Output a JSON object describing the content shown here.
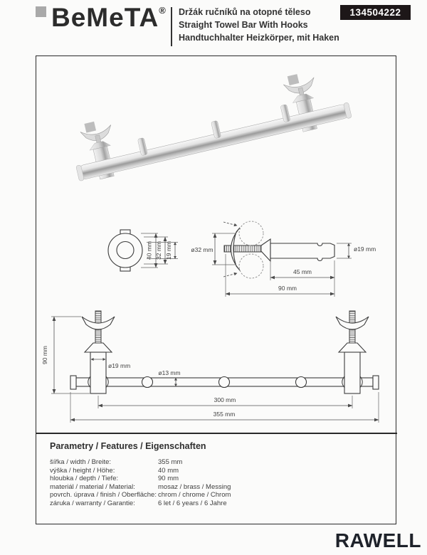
{
  "header": {
    "brand": "BeMeTA",
    "brand_mark": "®",
    "title_cs": "Držák ručníků na otopné těleso",
    "title_en": "Straight Towel Bar With Hooks",
    "title_de": "Handtuchhalter Heizkörper, mit Haken",
    "product_code": "134504222"
  },
  "colors": {
    "code_box_bg": "#1d1718",
    "logo_square_gray": "#a9a9a9",
    "drawing_line": "#3c3c3c",
    "dimension_line": "#555555"
  },
  "dims": {
    "circle_40": "40 mm",
    "circle_32": "32 mm",
    "circle_19": "19 mm",
    "side_d32": "ø32 mm",
    "side_45": "45 mm",
    "side_90": "90 mm",
    "side_d19": "ø19 mm",
    "front_90": "90 mm",
    "front_d19": "ø19 mm",
    "front_d13": "ø13 mm",
    "front_300": "300 mm",
    "front_355": "355 mm"
  },
  "params": {
    "heading": "Parametry / Features / Eigenschaften",
    "rows": [
      {
        "label": "šířka / width / Breite:",
        "value": "355 mm"
      },
      {
        "label": "výška / height / Höhe:",
        "value": "40 mm"
      },
      {
        "label": "hloubka / depth / Tiefe:",
        "value": "90 mm"
      },
      {
        "label": "materiál / material / Material:",
        "value": "mosaz / brass / Messing"
      },
      {
        "label": "povrch. úprava / finish / Oberfläche:",
        "value": "chrom / chrome / Chrom"
      },
      {
        "label": "záruka / warranty / Garantie:",
        "value": "6 let / 6 years / 6 Jahre"
      }
    ]
  },
  "footer": {
    "brand": "RAWELL"
  }
}
